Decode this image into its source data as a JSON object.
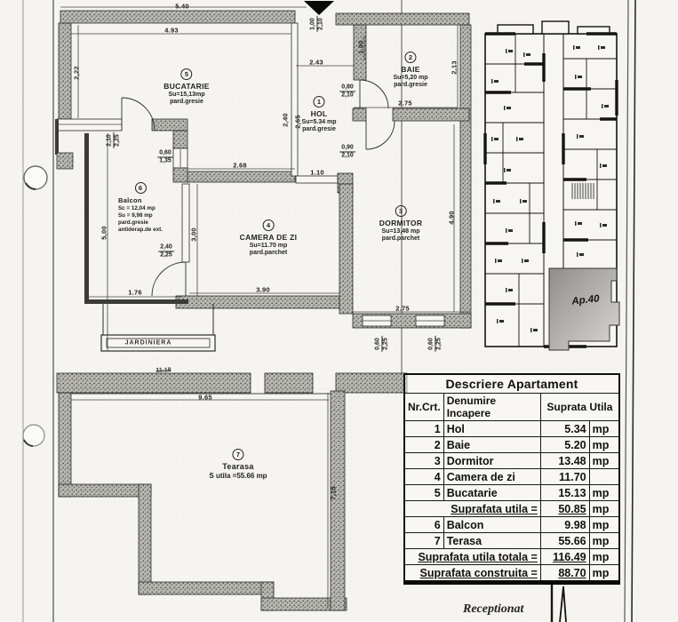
{
  "colors": {
    "paper": "#f5f4f1",
    "wall_hatch": "#b9b8b3",
    "ink": "#1c1c1a",
    "ap40_shade": "#9a9994"
  },
  "plan": {
    "rooms": {
      "bucatarie": {
        "num": "5",
        "name": "BUCATARIE",
        "area": "Su=15,13mp",
        "floor": "pard.gresie"
      },
      "baie": {
        "num": "2",
        "name": "BAIE",
        "area": "Su=5,20 mp",
        "floor": "pard.gresie"
      },
      "hol": {
        "num": "1",
        "name": "HOL",
        "area": "Su=5.34 mp",
        "floor": "pard.gresie"
      },
      "dormitor": {
        "num": "3",
        "name": "DORMITOR",
        "area": "Su=13,48 mp",
        "floor": "pard.parchet"
      },
      "camera": {
        "num": "4",
        "name": "CAMERA DE ZI",
        "area": "Su=11.70 mp",
        "floor": "pard.parchet"
      },
      "balcon": {
        "num": "6",
        "name": "Balcon",
        "line1": "Sc = 12,04 mp",
        "line2": "Su = 9,98 mp",
        "line3": "pard.gresie",
        "line4": "antiderap.de ext."
      },
      "terasa": {
        "num": "7",
        "name": "Tearasa",
        "area": "S utila =55.66 mp"
      }
    },
    "jardiniera": "JARDINIERA",
    "dims": {
      "d_540": "5.40",
      "d_493": "4.93",
      "d_222": "2,22",
      "d_100a": "1,00",
      "d_210a": "2,10",
      "d_100b": "1.00",
      "d_243": "2.43",
      "d_213": "2,13",
      "d_080": "0,80",
      "d_210b": "2,10",
      "d_275a": "2.75",
      "d_240a": "2,40",
      "d_265": "2,65",
      "d_090": "0,90",
      "d_210c": "2,10",
      "d_110": "1.10",
      "d_060a": "0,60",
      "d_135": "1,35",
      "d_210d": "2,10",
      "d_225a": "2,25",
      "d_268": "2.68",
      "d_500": "5,00",
      "d_300": "3,00",
      "d_240b": "2,40",
      "d_225b": "2,25",
      "d_176": "1.76",
      "d_390": "3.90",
      "d_490": "4.90",
      "d_275b": "2.75",
      "d_060b": "0,60",
      "d_225c": "2,25",
      "d_060c": "0,60",
      "d_225d": "2,25",
      "d_1118": "11.18",
      "d_965": "9.65",
      "d_715": "7,15"
    }
  },
  "overview": {
    "apartment_label": "Ap.40"
  },
  "table": {
    "title": "Descriere Apartament",
    "headers": {
      "col1": "Nr.Crt.",
      "col2": "Denumire Incapere",
      "col3": "Suprata Utila"
    },
    "rows": [
      {
        "no": "1",
        "name": "Hol",
        "value": "5.34",
        "unit": "mp"
      },
      {
        "no": "2",
        "name": "Baie",
        "value": "5.20",
        "unit": "mp"
      },
      {
        "no": "3",
        "name": "Dormitor",
        "value": "13.48",
        "unit": "mp"
      },
      {
        "no": "4",
        "name": "Camera de zi",
        "value": "11.70",
        "unit": ""
      },
      {
        "no": "5",
        "name": "Bucatarie",
        "value": "15.13",
        "unit": "mp"
      }
    ],
    "subtotal": {
      "label": "Suprafata utila =",
      "value": "50.85",
      "unit": "mp"
    },
    "rows2": [
      {
        "no": "6",
        "name": "Balcon",
        "value": "9.98",
        "unit": "mp"
      },
      {
        "no": "7",
        "name": "Terasa",
        "value": "55.66",
        "unit": "mp"
      }
    ],
    "total": {
      "label": "Suprafata utila totala =",
      "value": "116.49",
      "unit": "mp"
    },
    "built": {
      "label": "Suprafata construita =",
      "value": "88.70",
      "unit": "mp"
    }
  },
  "footer": {
    "receptionat": "Receptionat"
  }
}
